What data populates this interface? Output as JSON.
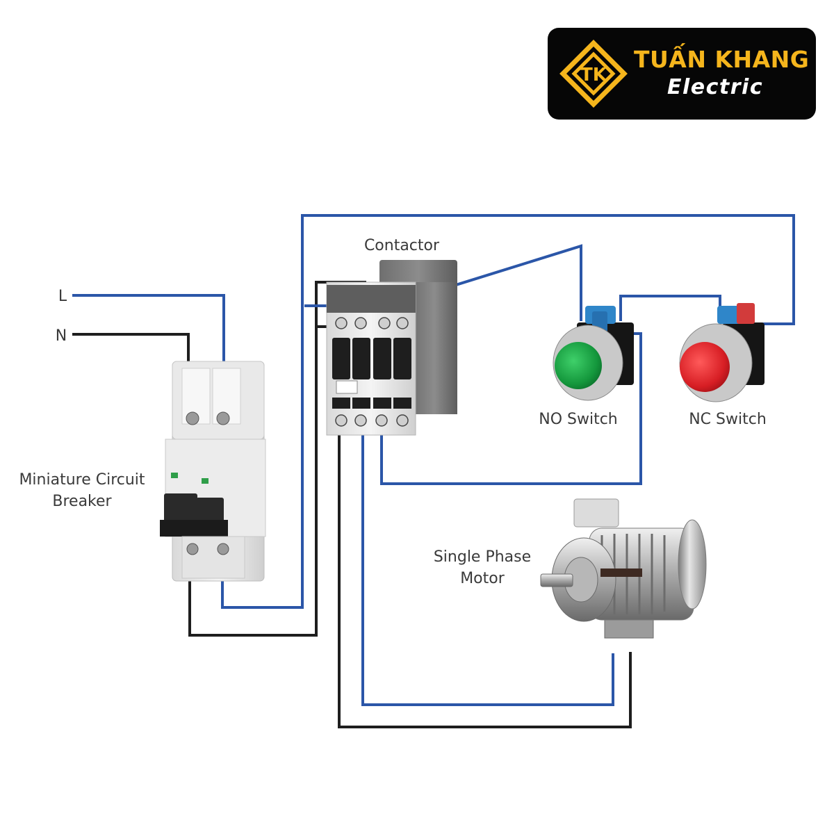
{
  "brand": {
    "name": "TUẤN KHANG",
    "sub": "Electric",
    "monogram": "TK",
    "accent": "#f5b51c",
    "background": "#060606"
  },
  "labels": {
    "line": "L",
    "neutral": "N",
    "contactor": "Contactor",
    "breaker_line1": "Miniature Circuit",
    "breaker_line2": "Breaker",
    "no_switch": "NO Switch",
    "nc_switch": "NC Switch",
    "motor_line1": "Single Phase",
    "motor_line2": "Motor"
  },
  "colors": {
    "wire_live": "#2b56a8",
    "wire_neutral": "#1e1e1e",
    "button_no": "#1fa64a",
    "button_nc": "#e0262b",
    "actuator": "#2f86c9"
  },
  "components": {
    "breaker": {
      "icon": "circuit-breaker-icon"
    },
    "contactor": {
      "icon": "contactor-icon"
    },
    "no_switch": {
      "icon": "green-push-button-icon"
    },
    "nc_switch": {
      "icon": "red-push-button-icon"
    },
    "motor": {
      "icon": "electric-motor-icon"
    }
  }
}
